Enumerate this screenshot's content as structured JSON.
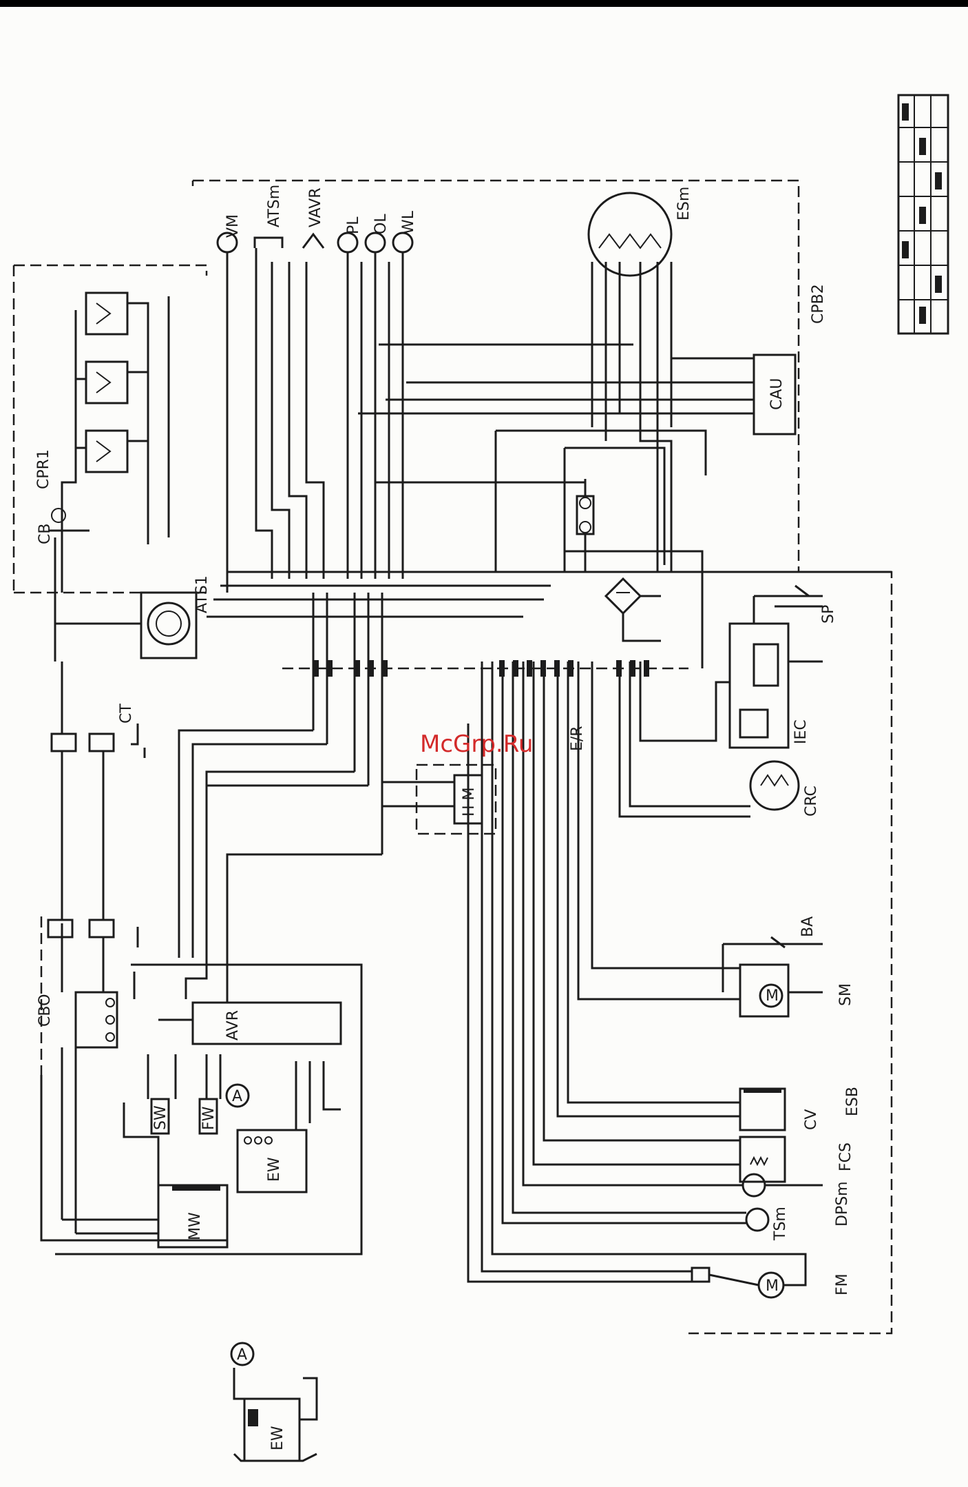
{
  "watermark": "McGrp.Ru",
  "colors": {
    "line": "#1c1c1c",
    "watermark": "#d32a2a",
    "background": "#fcfcfa"
  },
  "labels": {
    "CPR1": "CPR1",
    "CPB2": "CPB2",
    "CB": "CB",
    "ATS1": "ATS1",
    "ATSm": "ATSm",
    "VAVR": "VAVR",
    "VM": "VM",
    "PL": "PL",
    "OL": "OL",
    "WL": "WL",
    "ESm": "ESm",
    "CAU": "CAU",
    "SP": "SP",
    "IEC": "IEC",
    "CRC": "CRC",
    "HM": "H M",
    "AVR": "AVR",
    "SW": "SW",
    "FW": "FW",
    "A": "A",
    "EW": "EW",
    "MW": "MW",
    "CBO": "CBO",
    "BA": "BA",
    "SM": "SM",
    "ESB": "ESB",
    "CV": "CV",
    "FCS": "FCS",
    "DPSm": "DPSm",
    "TSm": "TSm",
    "FM": "FM",
    "CT": "CT",
    "ER": "E/R",
    "MGlabel": "M"
  }
}
